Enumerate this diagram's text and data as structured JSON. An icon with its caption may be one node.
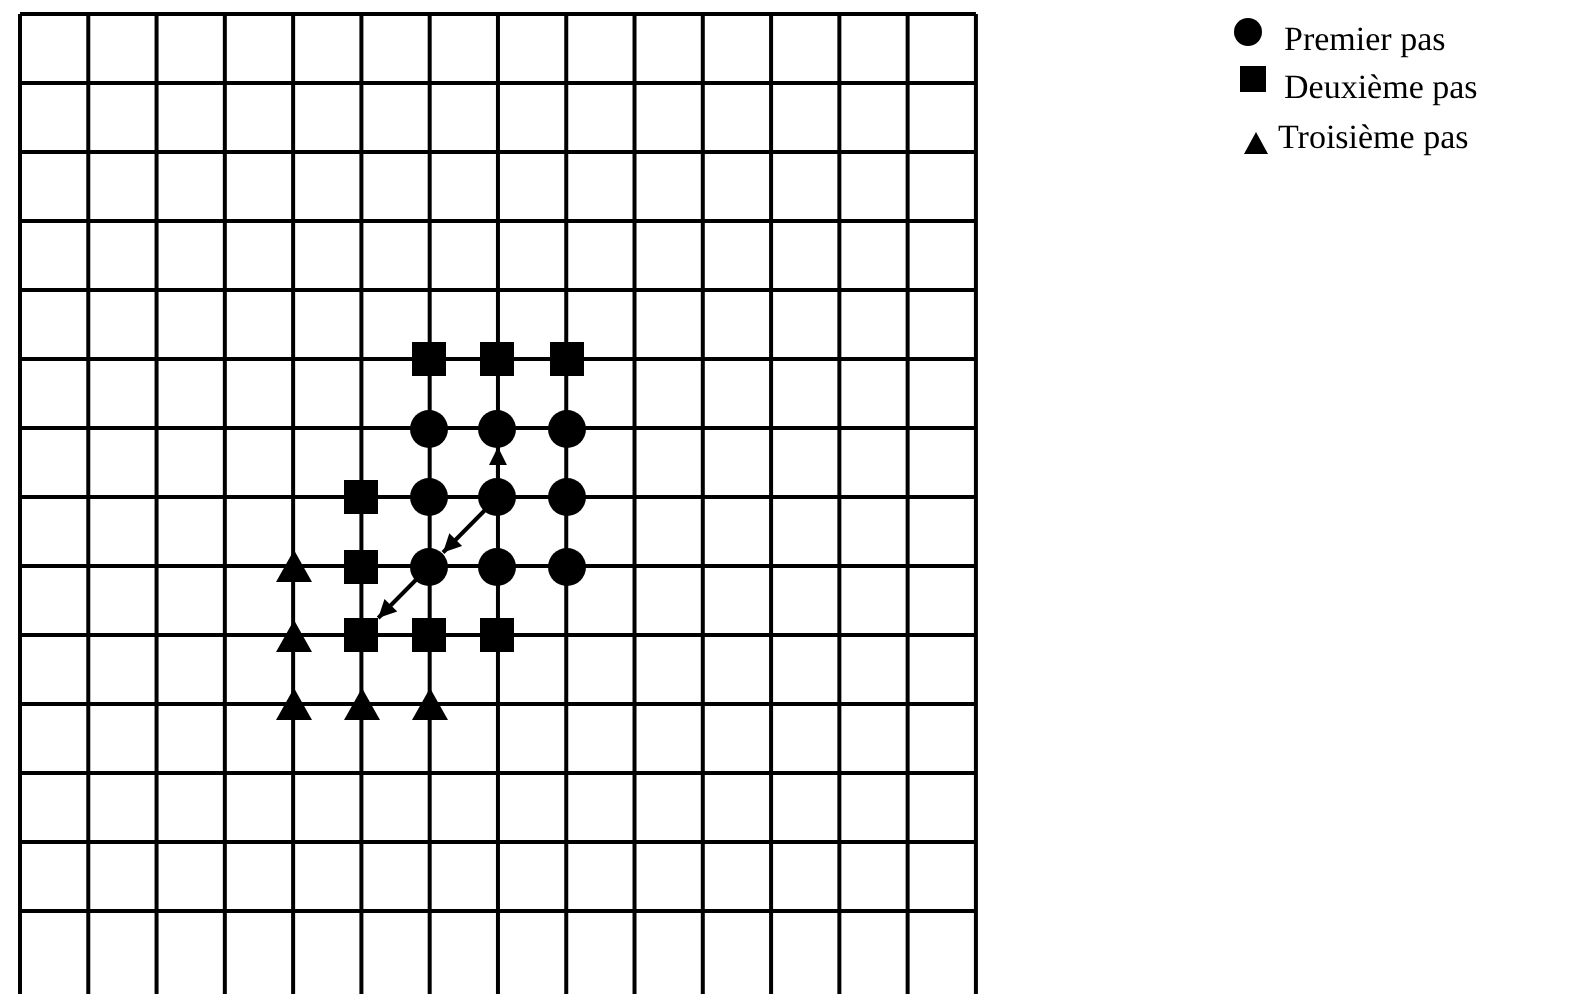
{
  "diagram": {
    "nodes": [
      {
        "text": [],
        "shape": "box"
      },
      {
        "text": [],
        "shape": "box"
      },
      {
        "text": [],
        "shape": "box"
      },
      {
        "text": [],
        "shape": "circle"
      },
      {
        "text": [],
        "shape": "circle"
      },
      {
        "text": [],
        "shape": "circle"
      },
      {
        "text": [],
        "shape": "box"
      },
      {
        "text": [],
        "shape": "circle"
      },
      {
        "text": [],
        "shape": "circle"
      },
      {
        "text": [],
        "shape": "circle"
      },
      {
        "text": [],
        "shape": "triangle"
      },
      {
        "text": [],
        "shape": "box"
      },
      {
        "text": [],
        "shape": "circle"
      },
      {
        "text": [],
        "shape": "circle"
      },
      {
        "text": [],
        "shape": "circle"
      },
      {
        "text": [],
        "shape": "triangle"
      },
      {
        "text": [],
        "shape": "box"
      },
      {
        "text": [],
        "shape": "box"
      },
      {
        "text": [],
        "shape": "box"
      },
      {
        "text": [],
        "shape": "triangle"
      },
      {
        "text": [],
        "shape": "triangle"
      },
      {
        "text": [],
        "shape": "triangle"
      }
    ],
    "edges": [
      {
        "from": 8,
        "to": 4,
        "arrow": "to"
      },
      {
        "from": 8,
        "to": 12,
        "arrow": "to"
      },
      {
        "from": 12,
        "to": 16,
        "arrow": "to"
      }
    ],
    "legend": [
      {
        "text": "Premier pas"
      },
      {
        "text": "Deuxième pas"
      },
      {
        "text": "Troisième pas"
      }
    ]
  }
}
